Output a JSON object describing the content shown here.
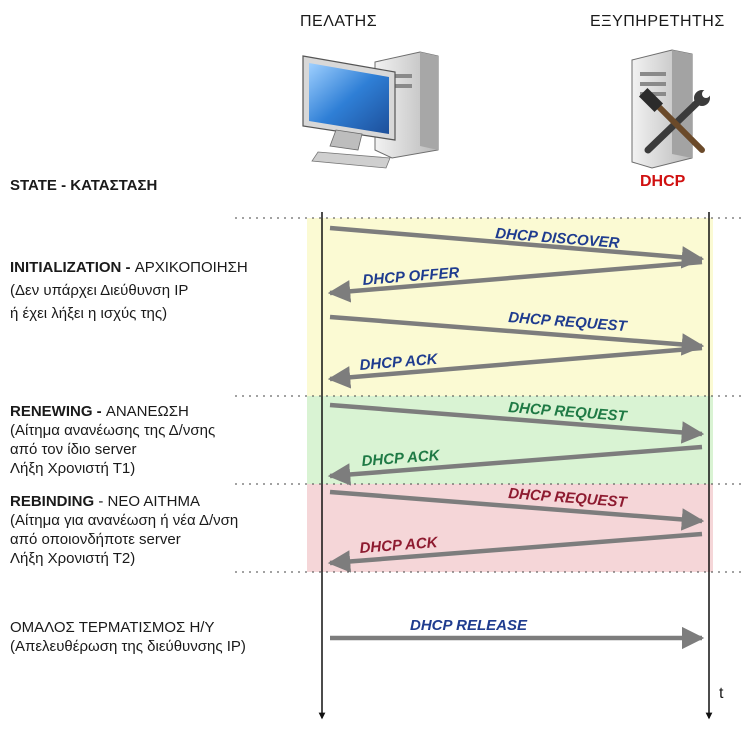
{
  "headers": {
    "client": "ΠΕΛΑΤΗΣ",
    "server": "ΕΞΥΠΗΡΕΤΗΤΗΣ"
  },
  "server_tag": "DHCP",
  "state_title": "STATE - ΚΑΤΑΣΤΑΣΗ",
  "time_label": "t",
  "states": [
    {
      "key": "init",
      "title_bold": "INITIALIZATION -",
      "title_rest": " ΑΡΧΙΚΟΠΟΙΗΣΗ",
      "lines": [
        "(Δεν υπάρχει Διεύθυνση IP",
        "ή έχει λήξει η ισχύς της)"
      ],
      "band_color": "#fbfad3",
      "messages": [
        {
          "label": "DHCP DISCOVER",
          "direction": "to-server",
          "color": "#1f3c8f"
        },
        {
          "label": "DHCP OFFER",
          "direction": "to-client",
          "color": "#1f3c8f"
        },
        {
          "label": "DHCP REQUEST",
          "direction": "to-server",
          "color": "#1f3c8f"
        },
        {
          "label": "DHCP ACK",
          "direction": "to-client",
          "color": "#1f3c8f"
        }
      ]
    },
    {
      "key": "renew",
      "title_bold": "RENEWING -",
      "title_rest": " ΑΝΑΝΕΩΣΗ",
      "lines": [
        "(Αίτημα ανανέωσης της Δ/νσης",
        "από τον ίδιο server",
        "Λήξη Χρονιστή Τ1)"
      ],
      "band_color": "#d9f3d3",
      "messages": [
        {
          "label": "DHCP REQUEST",
          "direction": "to-server",
          "color": "#1f7a45"
        },
        {
          "label": "DHCP ACK",
          "direction": "to-client",
          "color": "#1f7a45"
        }
      ]
    },
    {
      "key": "rebind",
      "title_bold": "REBINDING",
      "title_rest": " - ΝΕΟ ΑΙΤΗΜΑ",
      "lines": [
        "(Αίτημα για ανανέωση ή νέα Δ/νση",
        "από οποιονδήποτε server",
        "Λήξη Χρονιστή Τ2)"
      ],
      "band_color": "#f5d6d8",
      "messages": [
        {
          "label": "DHCP REQUEST",
          "direction": "to-server",
          "color": "#8e1b30"
        },
        {
          "label": "DHCP ACK",
          "direction": "to-client",
          "color": "#8e1b30"
        }
      ]
    },
    {
      "key": "shutdown",
      "title_bold": "",
      "title_rest": "ΟΜΑΛΟΣ ΤΕΡΜΑΤΙΣΜΟΣ Η/Υ",
      "lines": [
        "(Απελευθέρωση της διεύθυνσης IP)"
      ],
      "band_color": "#ffffff",
      "messages": [
        {
          "label": "DHCP RELEASE",
          "direction": "to-server",
          "color": "#1f3c8f"
        }
      ]
    }
  ],
  "colors": {
    "arrow": "#7d7d7d",
    "lifeline": "#111111",
    "server_tag": "#d01010"
  },
  "icons": {
    "client": "desktop-computer-icon",
    "server": "server-tools-icon"
  }
}
